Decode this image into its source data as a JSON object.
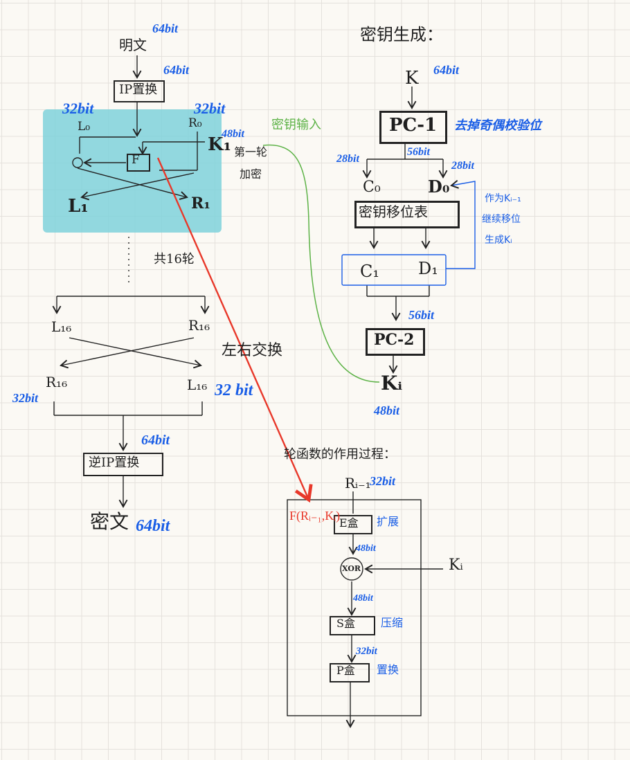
{
  "left": {
    "plaintext": "明文",
    "plaintext_bits": "64bit",
    "ip_bits": "64bit",
    "ip_label": "IP置换",
    "l_bits": "32bit",
    "r_bits": "32bit",
    "L0": "L₀",
    "R0": "R₀",
    "xor_symbol": "⊕",
    "F": "F",
    "K1": "K₁",
    "k_bits": "48bit",
    "first_round": [
      "第一轮",
      "加密"
    ],
    "L1": "L₁",
    "R1": "R₁",
    "dots": "⋮",
    "rounds_note": "共16轮",
    "L16": "L₁₆",
    "R16": "R₁₆",
    "R16b": "R₁₆",
    "L16b": "L₁₆",
    "left_swap": "左右交换",
    "bits32_left": "32bit",
    "bits32_right": "32 bit",
    "bits64": "64bit",
    "inv_ip": "逆IP置换",
    "ciphertext": "密文",
    "cipher_bits": "64bit"
  },
  "keygen": {
    "title": "密钥生成：",
    "K": "K",
    "k_bits": "64bit",
    "pc1": "PC-1",
    "pc1_note": "去掉奇偶校验位",
    "bits56": "56bit",
    "bits28_l": "28bit",
    "bits28_r": "28bit",
    "C0": "C₀",
    "D0": "D₀",
    "shift_table": "密钥移位表",
    "loop_note": [
      "作为Kᵢ₋₁",
      "继续移位",
      "生成Kᵢ"
    ],
    "C1": "C₁",
    "D1": "D₁",
    "bits56b": "56bit",
    "pc2": "PC-2",
    "Ki": "Kᵢ",
    "ki_bits": "48bit",
    "key_input": "密钥输入"
  },
  "round_fn": {
    "title": "轮函数的作用过程：",
    "R_in": "Rᵢ₋₁",
    "r_bits": "32bit",
    "F_label": "F(Rᵢ₋₁,Kᵢ)",
    "e_box": "E盒",
    "e_note": "扩展",
    "bits48a": "48bit",
    "xor": "XOR",
    "Ki": "Kᵢ",
    "bits48b": "48bit",
    "s_box": "S盒",
    "s_note": "压缩",
    "bits32": "32bit",
    "p_box": "P盒",
    "p_note": "置换"
  }
}
